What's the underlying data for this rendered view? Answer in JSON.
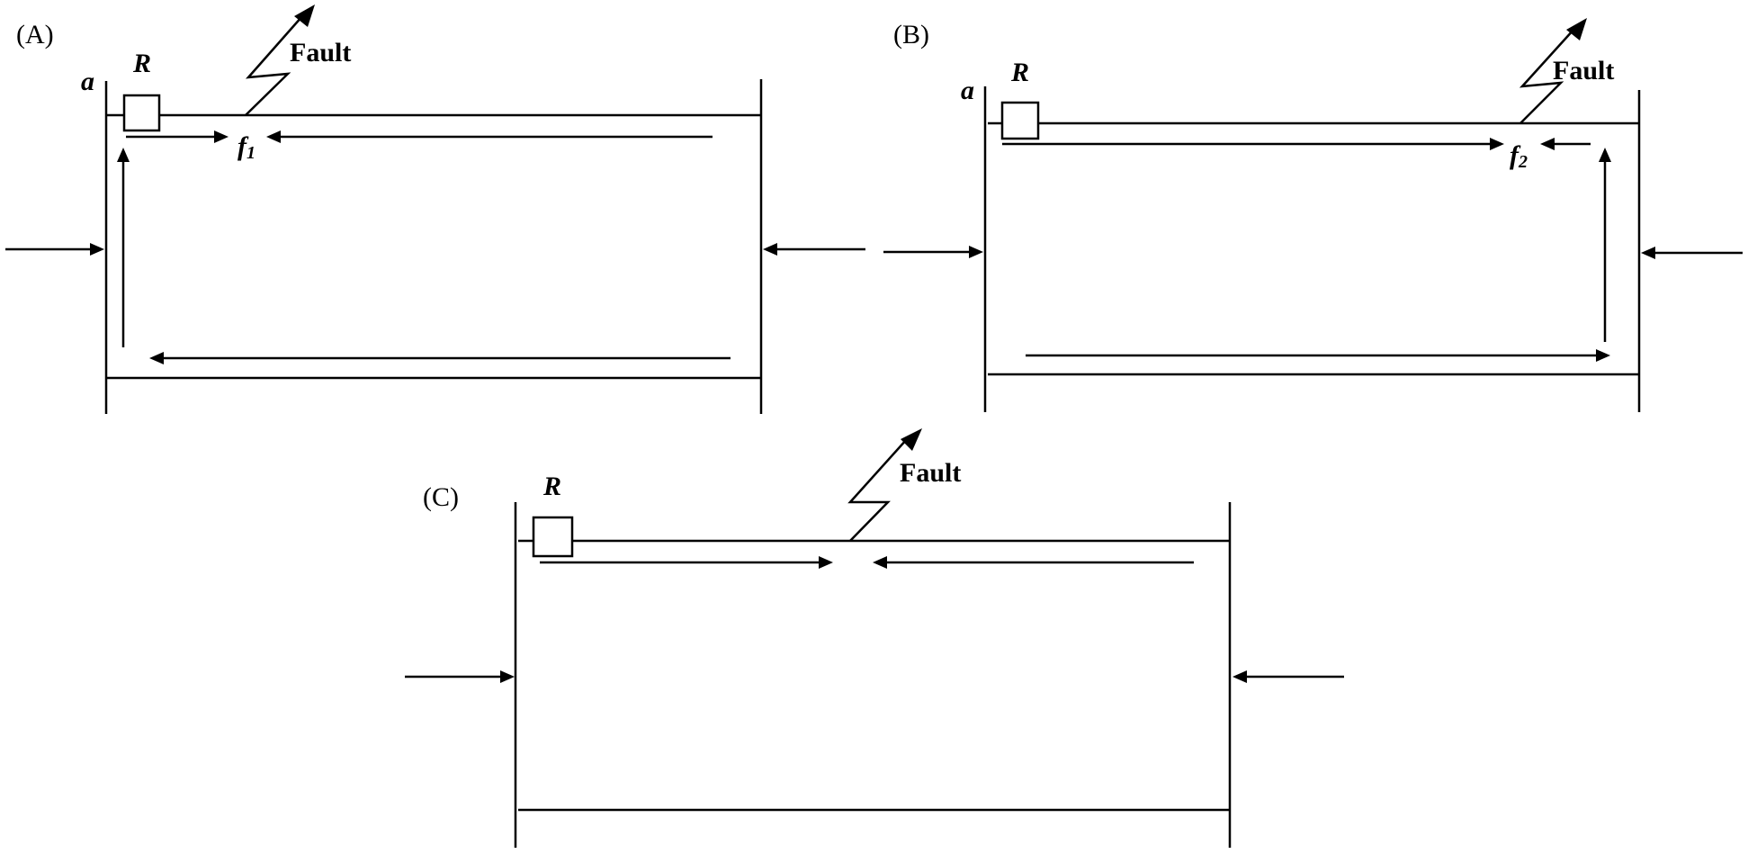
{
  "panels": {
    "a": {
      "label": "(A)",
      "relay_label": "R",
      "bus_label": "a",
      "fault_label": "Fault",
      "point_label": "f",
      "point_subscript": "1"
    },
    "b": {
      "label": "(B)",
      "relay_label": "R",
      "bus_label": "a",
      "fault_label": "Fault",
      "point_label": "f",
      "point_subscript": "2"
    },
    "c": {
      "label": "(C)",
      "relay_label": "R",
      "fault_label": "Fault"
    }
  },
  "colors": {
    "stroke": "#000000",
    "background": "#ffffff"
  }
}
